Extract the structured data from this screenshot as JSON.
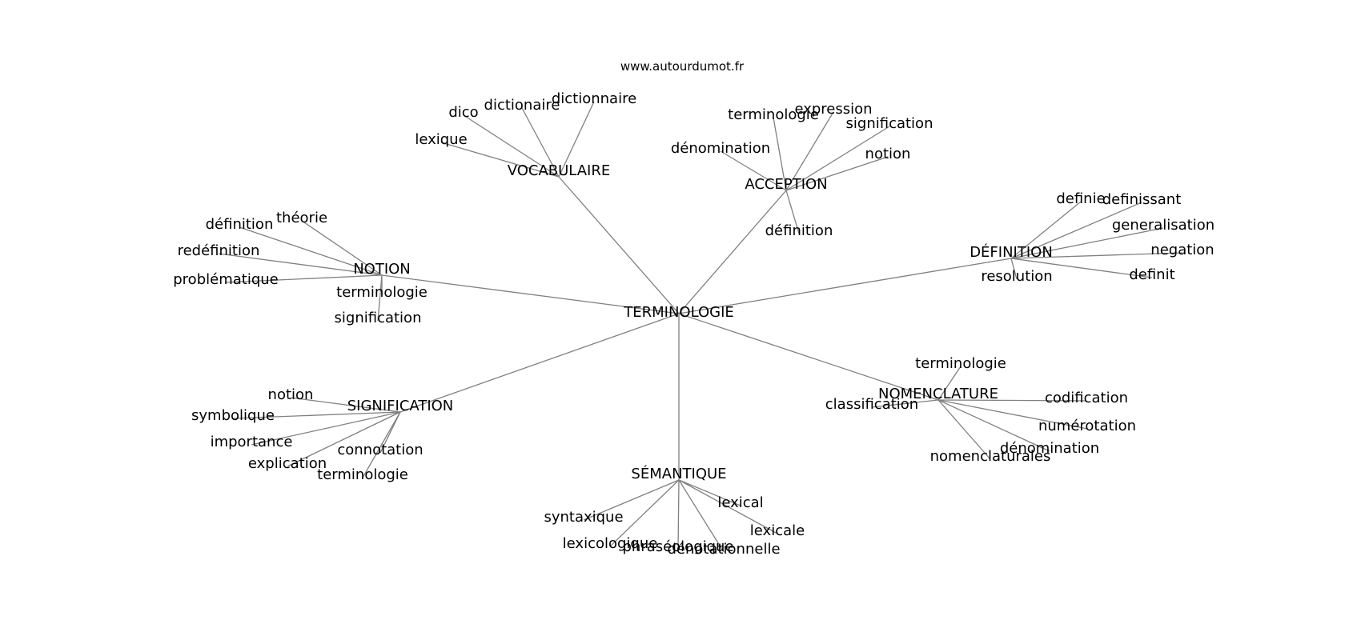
{
  "site": "www.autourdumot.fr",
  "colors": {
    "edge": "#808080",
    "text": "#000000",
    "background": "#ffffff"
  },
  "graph": {
    "center": "TERMINOLOGIE",
    "groups": [
      {
        "hub": "VOCABULAIRE",
        "leaves": [
          "lexique",
          "dico",
          "dictionaire",
          "dictionnaire"
        ]
      },
      {
        "hub": "ACCEPTION",
        "leaves": [
          "dénomination",
          "terminologie",
          "expression",
          "signification",
          "notion",
          "définition"
        ]
      },
      {
        "hub": "NOTION",
        "leaves": [
          "définition",
          "théorie",
          "redéfinition",
          "problématique",
          "terminologie",
          "signification"
        ]
      },
      {
        "hub": "DÉFINITION",
        "leaves": [
          "definie",
          "definissant",
          "generalisation",
          "negation",
          "definit",
          "resolution"
        ]
      },
      {
        "hub": "SIGNIFICATION",
        "leaves": [
          "notion",
          "symbolique",
          "importance",
          "explication",
          "connotation",
          "terminologie"
        ]
      },
      {
        "hub": "NOMENCLATURE",
        "leaves": [
          "terminologie",
          "classification",
          "codification",
          "numérotation",
          "dénomination",
          "nomenclaturales"
        ]
      },
      {
        "hub": "SÉMANTIQUE",
        "leaves": [
          "syntaxique",
          "lexicologique",
          "phraséologique",
          "dénotationnelle",
          "lexical",
          "lexicale"
        ]
      }
    ]
  }
}
